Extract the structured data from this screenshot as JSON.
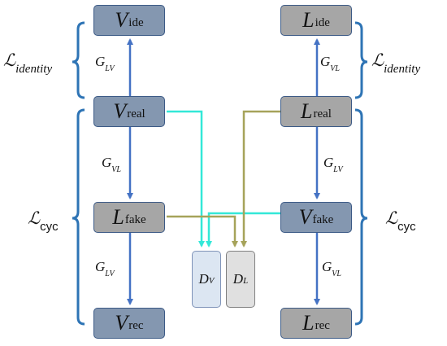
{
  "nodes": {
    "v_ide": {
      "symbol": "V",
      "sub": "ide"
    },
    "v_real": {
      "symbol": "V",
      "sub": "real"
    },
    "l_fake": {
      "symbol": "L",
      "sub": "fake"
    },
    "v_rec": {
      "symbol": "V",
      "sub": "rec"
    },
    "l_ide": {
      "symbol": "L",
      "sub": "ide"
    },
    "l_real": {
      "symbol": "L",
      "sub": "real"
    },
    "v_fake": {
      "symbol": "V",
      "sub": "fake"
    },
    "l_rec": {
      "symbol": "L",
      "sub": "rec"
    },
    "d_v": {
      "symbol": "D",
      "sub": "V"
    },
    "d_l": {
      "symbol": "D",
      "sub": "L"
    }
  },
  "generators": {
    "left_top": {
      "symbol": "G",
      "sub": "LV"
    },
    "left_mid": {
      "symbol": "G",
      "sub": "VL"
    },
    "left_bottom": {
      "symbol": "G",
      "sub": "LV"
    },
    "right_top": {
      "symbol": "G",
      "sub": "VL"
    },
    "right_mid": {
      "symbol": "G",
      "sub": "LV"
    },
    "right_bottom": {
      "symbol": "G",
      "sub": "VL"
    }
  },
  "losses": {
    "identity_left": {
      "symbol": "ℒ",
      "sub": "identity"
    },
    "identity_right": {
      "symbol": "ℒ",
      "sub": "identity"
    },
    "cyc_left": {
      "symbol": "ℒ",
      "sub": "cyc"
    },
    "cyc_right": {
      "symbol": "ℒ",
      "sub": "cyc"
    }
  },
  "colors": {
    "arrow_blue": "#4472c4",
    "arrow_cyan": "#33e8d8",
    "arrow_olive": "#a6a35a",
    "brace_blue": "#2e74b5",
    "node_blue": "#8497b0",
    "node_gray": "#a6a6a6"
  }
}
